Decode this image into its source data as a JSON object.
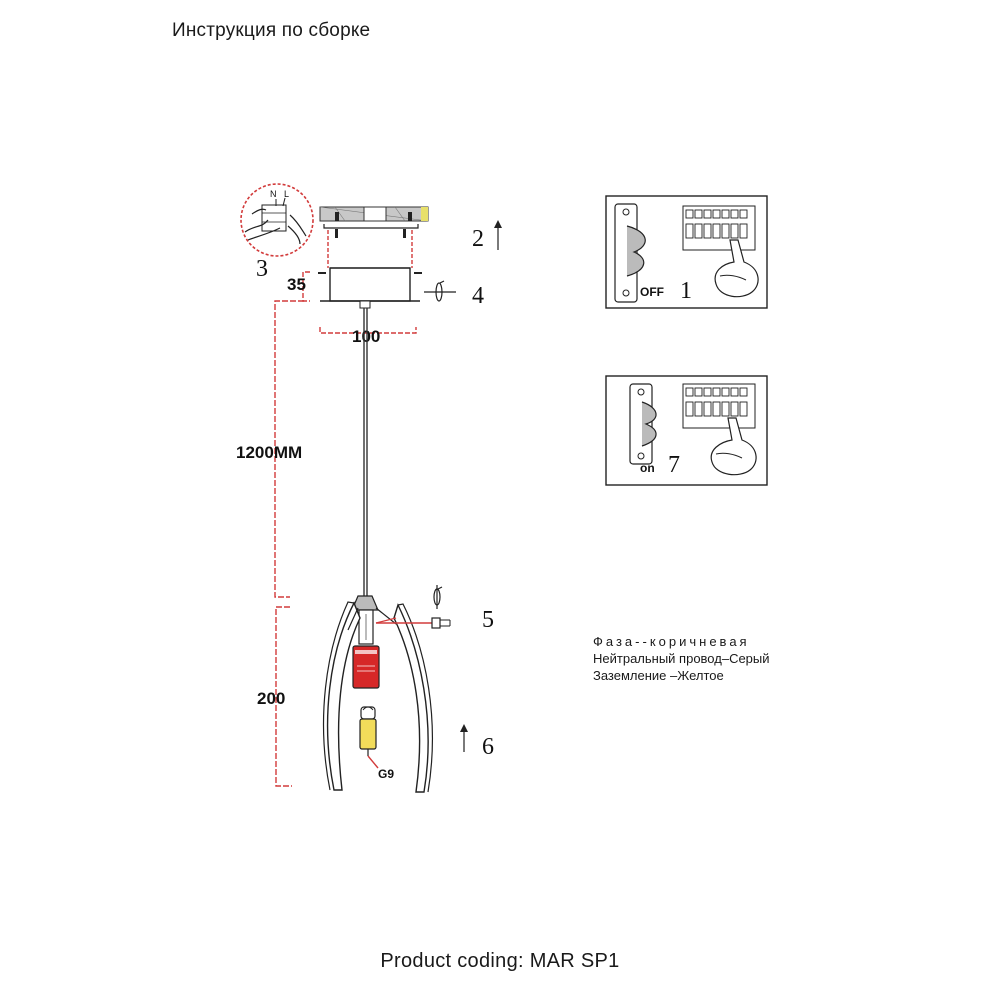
{
  "page": {
    "title": "Инструкция по сборке",
    "footer": "Product coding:  MAR SP1"
  },
  "dimensions": {
    "canopy_height": "35",
    "canopy_width": "100",
    "cable_length": "1200MM",
    "shade_height": "200"
  },
  "steps": {
    "s1": "1",
    "s2": "2",
    "s3": "3",
    "s4": "4",
    "s5": "5",
    "s6": "6",
    "s7": "7"
  },
  "switch_panels": {
    "off_label": "OFF",
    "on_label": "on"
  },
  "bulb": {
    "type": "G9"
  },
  "wiring_legend": {
    "phase": "Фаза--коричневая",
    "neutral": "Нейтральный провод–Серый",
    "ground": "Заземление –Желтое"
  },
  "wire_labels": {
    "n": "N",
    "l": "L"
  },
  "colors": {
    "dimension_lines": "#d23b3b",
    "socket": "#d62828",
    "bulb": "#f2dc5a"
  }
}
